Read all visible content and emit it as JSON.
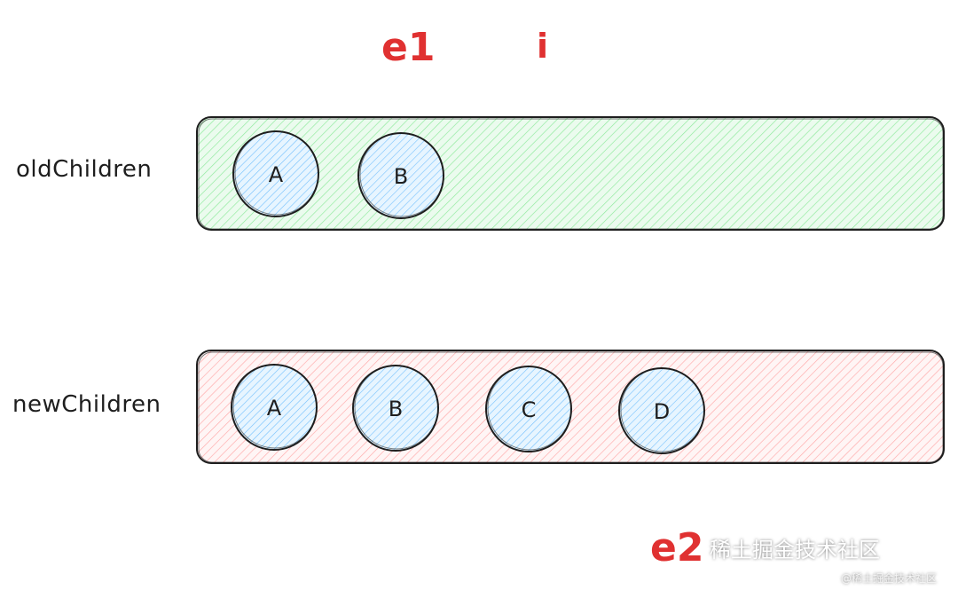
{
  "pointers": {
    "e1": "e1",
    "i": "i",
    "e2": "e2"
  },
  "rows": {
    "old": {
      "label": "oldChildren",
      "fill": "#b2f2bb",
      "nodes": [
        "A",
        "B"
      ]
    },
    "new": {
      "label": "newChildren",
      "fill": "#ffc9c9",
      "nodes": [
        "A",
        "B",
        "C",
        "D"
      ]
    }
  },
  "colors": {
    "node_fill": "#a5d8ff",
    "stroke": "#1e1e1e",
    "pointer": "#e03131"
  },
  "watermark": {
    "main": "稀土掘金技术社区",
    "small": "@稀土掘金技术社区"
  }
}
